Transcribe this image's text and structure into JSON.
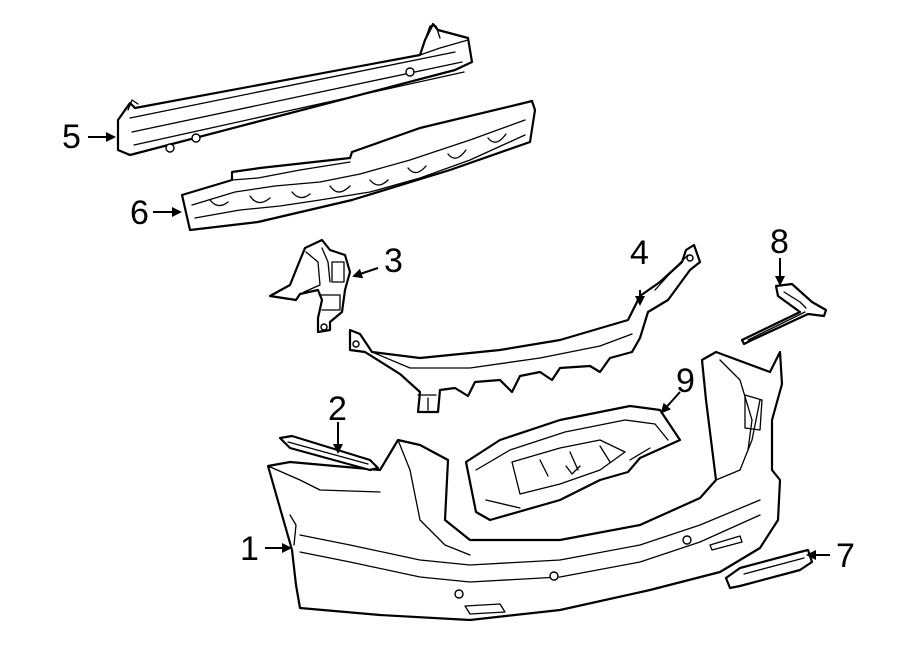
{
  "callouts": [
    {
      "num": "1"
    },
    {
      "num": "2"
    },
    {
      "num": "3"
    },
    {
      "num": "4"
    },
    {
      "num": "5"
    },
    {
      "num": "6"
    },
    {
      "num": "7"
    },
    {
      "num": "8"
    },
    {
      "num": "9"
    }
  ]
}
